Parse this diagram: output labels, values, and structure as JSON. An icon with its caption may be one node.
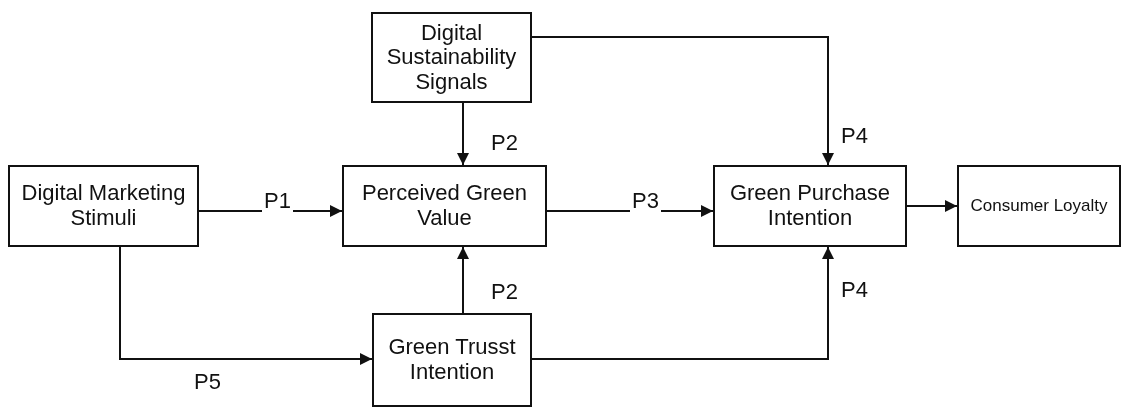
{
  "diagram": {
    "nodes": [
      {
        "text": [
          "Digital Sustainability Signals"
        ]
      },
      {
        "text": [
          "Digital Marketing Stimuli"
        ]
      },
      {
        "text": [
          "Perceived Green Value"
        ]
      },
      {
        "text": [
          "Green Purchase Intention"
        ]
      },
      {
        "text": [
          "Consumer Loyalty"
        ]
      },
      {
        "text": [
          "Green Trusst Intention"
        ]
      }
    ],
    "edges": [
      {
        "from": 1,
        "to": 2,
        "arrow": "to",
        "label": "P1"
      },
      {
        "from": 0,
        "to": 2,
        "arrow": "to",
        "label": "P2"
      },
      {
        "from": 2,
        "to": 3,
        "arrow": "to",
        "label": "P3"
      },
      {
        "from": 0,
        "to": 3,
        "arrow": "to",
        "label": "P4"
      },
      {
        "from": 3,
        "to": 4,
        "arrow": "to"
      },
      {
        "from": 5,
        "to": 2,
        "arrow": "to",
        "label": "P2"
      },
      {
        "from": 1,
        "to": 5,
        "arrow": "to",
        "label": "P5"
      },
      {
        "from": 5,
        "to": 3,
        "arrow": "to",
        "label": "P4"
      }
    ]
  }
}
